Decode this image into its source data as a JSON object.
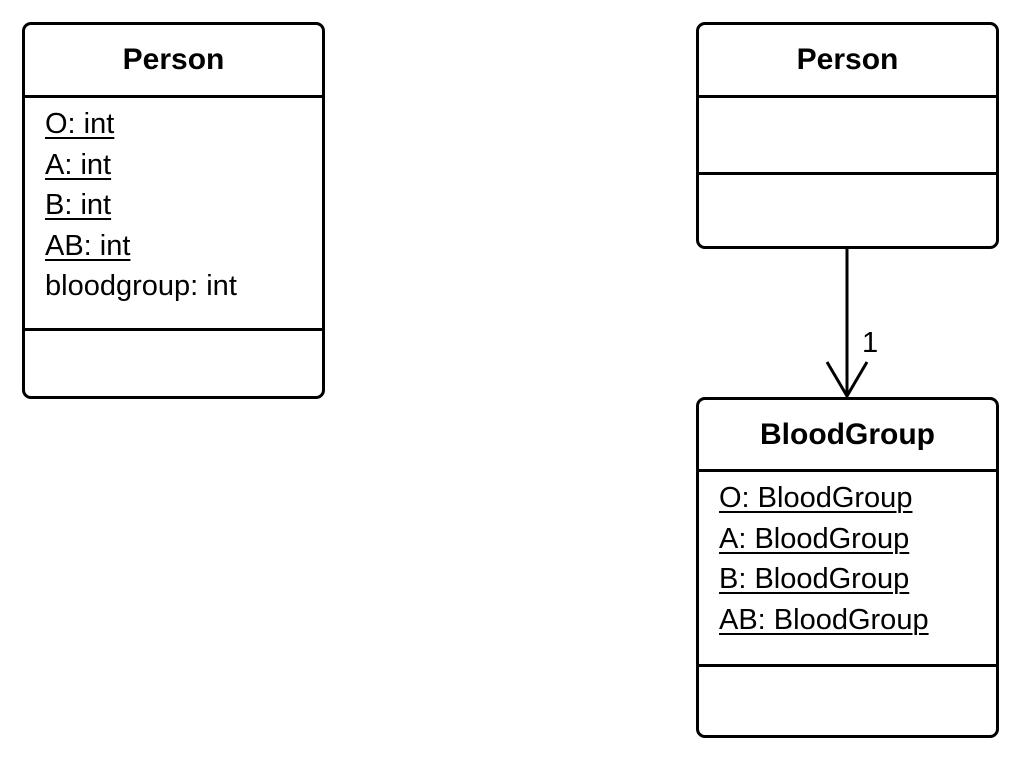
{
  "classes": {
    "person_left": {
      "name": "Person",
      "attributes": [
        {
          "text": "O: int",
          "static": true
        },
        {
          "text": "A: int",
          "static": true
        },
        {
          "text": "B: int",
          "static": true
        },
        {
          "text": "AB: int",
          "static": true
        },
        {
          "text": "bloodgroup: int",
          "static": false
        }
      ]
    },
    "person_right": {
      "name": "Person"
    },
    "bloodgroup": {
      "name": "BloodGroup",
      "attributes": [
        {
          "text": "O: BloodGroup",
          "static": true
        },
        {
          "text": "A: BloodGroup",
          "static": true
        },
        {
          "text": "B: BloodGroup",
          "static": true
        },
        {
          "text": "AB: BloodGroup",
          "static": true
        }
      ]
    }
  },
  "association": {
    "multiplicity": "1",
    "line_color": "#000000"
  }
}
